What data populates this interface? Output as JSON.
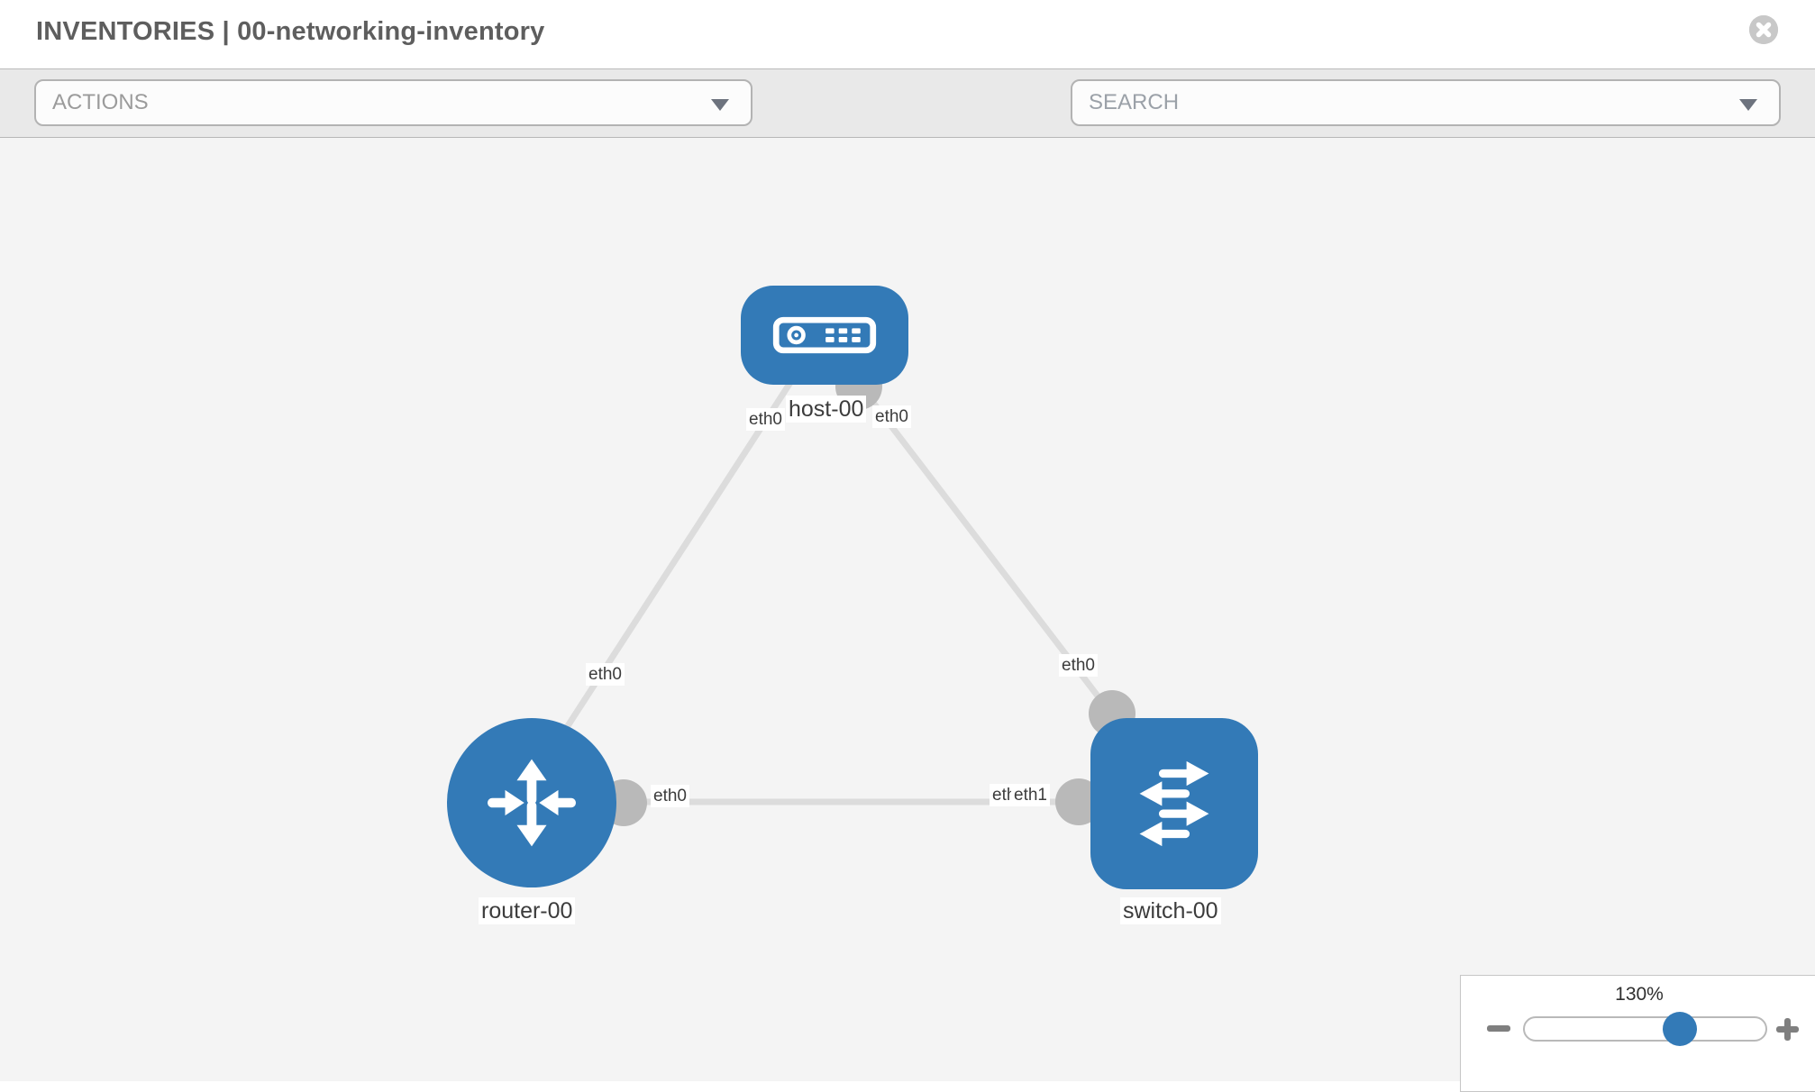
{
  "header": {
    "title": "INVENTORIES | 00-networking-inventory"
  },
  "toolbar": {
    "actions_label": "ACTIONS",
    "search_placeholder": "SEARCH"
  },
  "topology": {
    "nodes": [
      {
        "id": "host-00",
        "type": "host",
        "label": "host-00"
      },
      {
        "id": "router-00",
        "type": "router",
        "label": "router-00"
      },
      {
        "id": "switch-00",
        "type": "switch",
        "label": "switch-00"
      }
    ],
    "links": [
      {
        "source": "host-00",
        "source_iface": "eth0",
        "target": "router-00",
        "target_iface": "eth0"
      },
      {
        "source": "host-00",
        "source_iface": "eth0",
        "target": "switch-00",
        "target_iface": "eth0"
      },
      {
        "source": "router-00",
        "source_iface": "eth0",
        "target": "switch-00",
        "target_iface": "eth1"
      }
    ],
    "iface_labels": {
      "host_to_router_at_host": "eth0",
      "host_to_switch_at_host": "eth0",
      "host_to_router_at_router": "eth0",
      "host_to_switch_at_switch": "eth0",
      "router_to_switch_at_router": "eth0",
      "router_to_switch_at_switch_back": "eth0",
      "router_to_switch_at_switch_front": "eth1"
    }
  },
  "zoom_control": {
    "level": "130%"
  },
  "colors": {
    "node_blue": "#337ab7",
    "link_gray": "#dcdcdc",
    "port_gray": "#b9b9b9",
    "toolbar_gray": "#e9e9e9"
  }
}
